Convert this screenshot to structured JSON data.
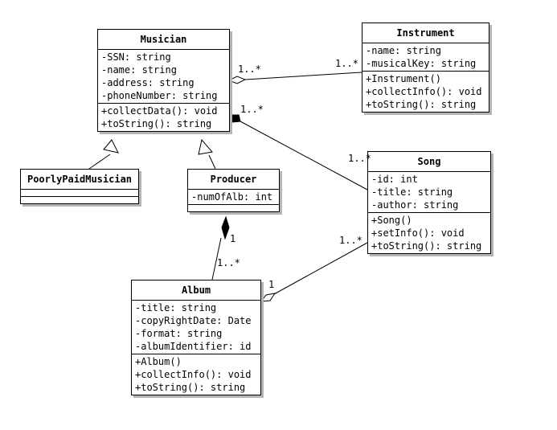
{
  "classes": {
    "musician": {
      "name": "Musician",
      "attributes": [
        "-SSN: string",
        "-name: string",
        "-address: string",
        "-phoneNumber: string"
      ],
      "operations": [
        "+collectData(): void",
        "+toString(): string"
      ]
    },
    "instrument": {
      "name": "Instrument",
      "attributes": [
        "-name: string",
        "-musicalKey: string"
      ],
      "operations": [
        "+Instrument()",
        "+collectInfo(): void",
        "+toString(): string"
      ]
    },
    "song": {
      "name": "Song",
      "attributes": [
        "-id: int",
        "-title: string",
        "-author: string"
      ],
      "operations": [
        "+Song()",
        "+setInfo(): void",
        "+toString(): string"
      ]
    },
    "poorly_paid": {
      "name": "PoorlyPaidMusician",
      "attributes": [],
      "operations": []
    },
    "producer": {
      "name": "Producer",
      "attributes": [
        "-numOfAlb: int"
      ],
      "operations": []
    },
    "album": {
      "name": "Album",
      "attributes": [
        "-title: string",
        "-copyRightDate: Date",
        "-format: string",
        "-albumIdentifier: id"
      ],
      "operations": [
        "+Album()",
        "+collectInfo(): void",
        "+toString(): string"
      ]
    }
  },
  "multiplicities": {
    "musician_instrument_near_musician": "1..*",
    "musician_instrument_near_instrument": "1..*",
    "musician_song_near_musician": "1..*",
    "musician_song_near_song": "1..*",
    "producer_album_near_producer": "1",
    "producer_album_near_album": "1..*",
    "album_song_near_album": "1",
    "album_song_near_song": "1..*"
  }
}
